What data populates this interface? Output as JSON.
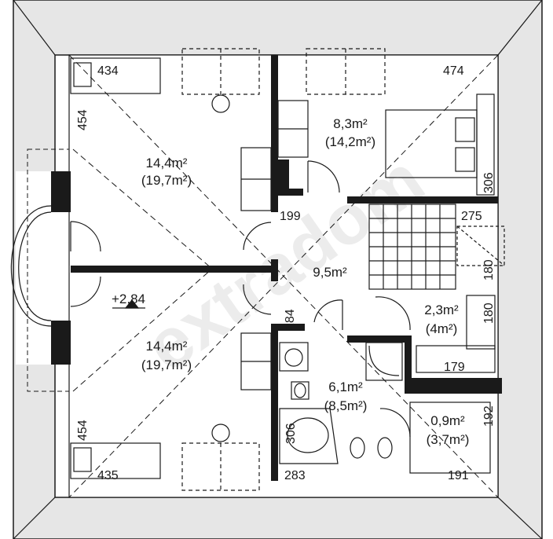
{
  "rooms": [
    {
      "id": "bedroom-top-left",
      "area": "14,4m²",
      "usable_area": "(19,7m²)"
    },
    {
      "id": "bedroom-top-right",
      "area": "8,3m²",
      "usable_area": "(14,2m²)"
    },
    {
      "id": "hall",
      "area": "9,5m²"
    },
    {
      "id": "bedroom-bottom-left",
      "area": "14,4m²",
      "usable_area": "(19,7m²)"
    },
    {
      "id": "closet",
      "area": "2,3m²",
      "usable_area": "(4m²)"
    },
    {
      "id": "bathroom",
      "area": "6,1m²",
      "usable_area": "(8,5m²)"
    },
    {
      "id": "wc",
      "area": "0,9m²",
      "usable_area": "(3,7m²)"
    }
  ],
  "dimensions": {
    "top_left_width": "434",
    "top_left_height": "454",
    "top_right_width": "474",
    "top_right_height": "306",
    "door_top": "199",
    "stair_width": "275",
    "stair_height": "180",
    "closet_height": "180",
    "closet_width": "179",
    "bath_door": "284",
    "bath_height": "306",
    "bath_width": "283",
    "bottom_left_height": "454",
    "bottom_left_width": "435",
    "wc_height": "192",
    "wc_width": "191"
  },
  "level_mark": "+2,84",
  "colors": {
    "wall": "#1a1a1a",
    "roof_fill": "#e6e6e6",
    "line": "#1a1a1a",
    "watermark": "#ececec"
  }
}
